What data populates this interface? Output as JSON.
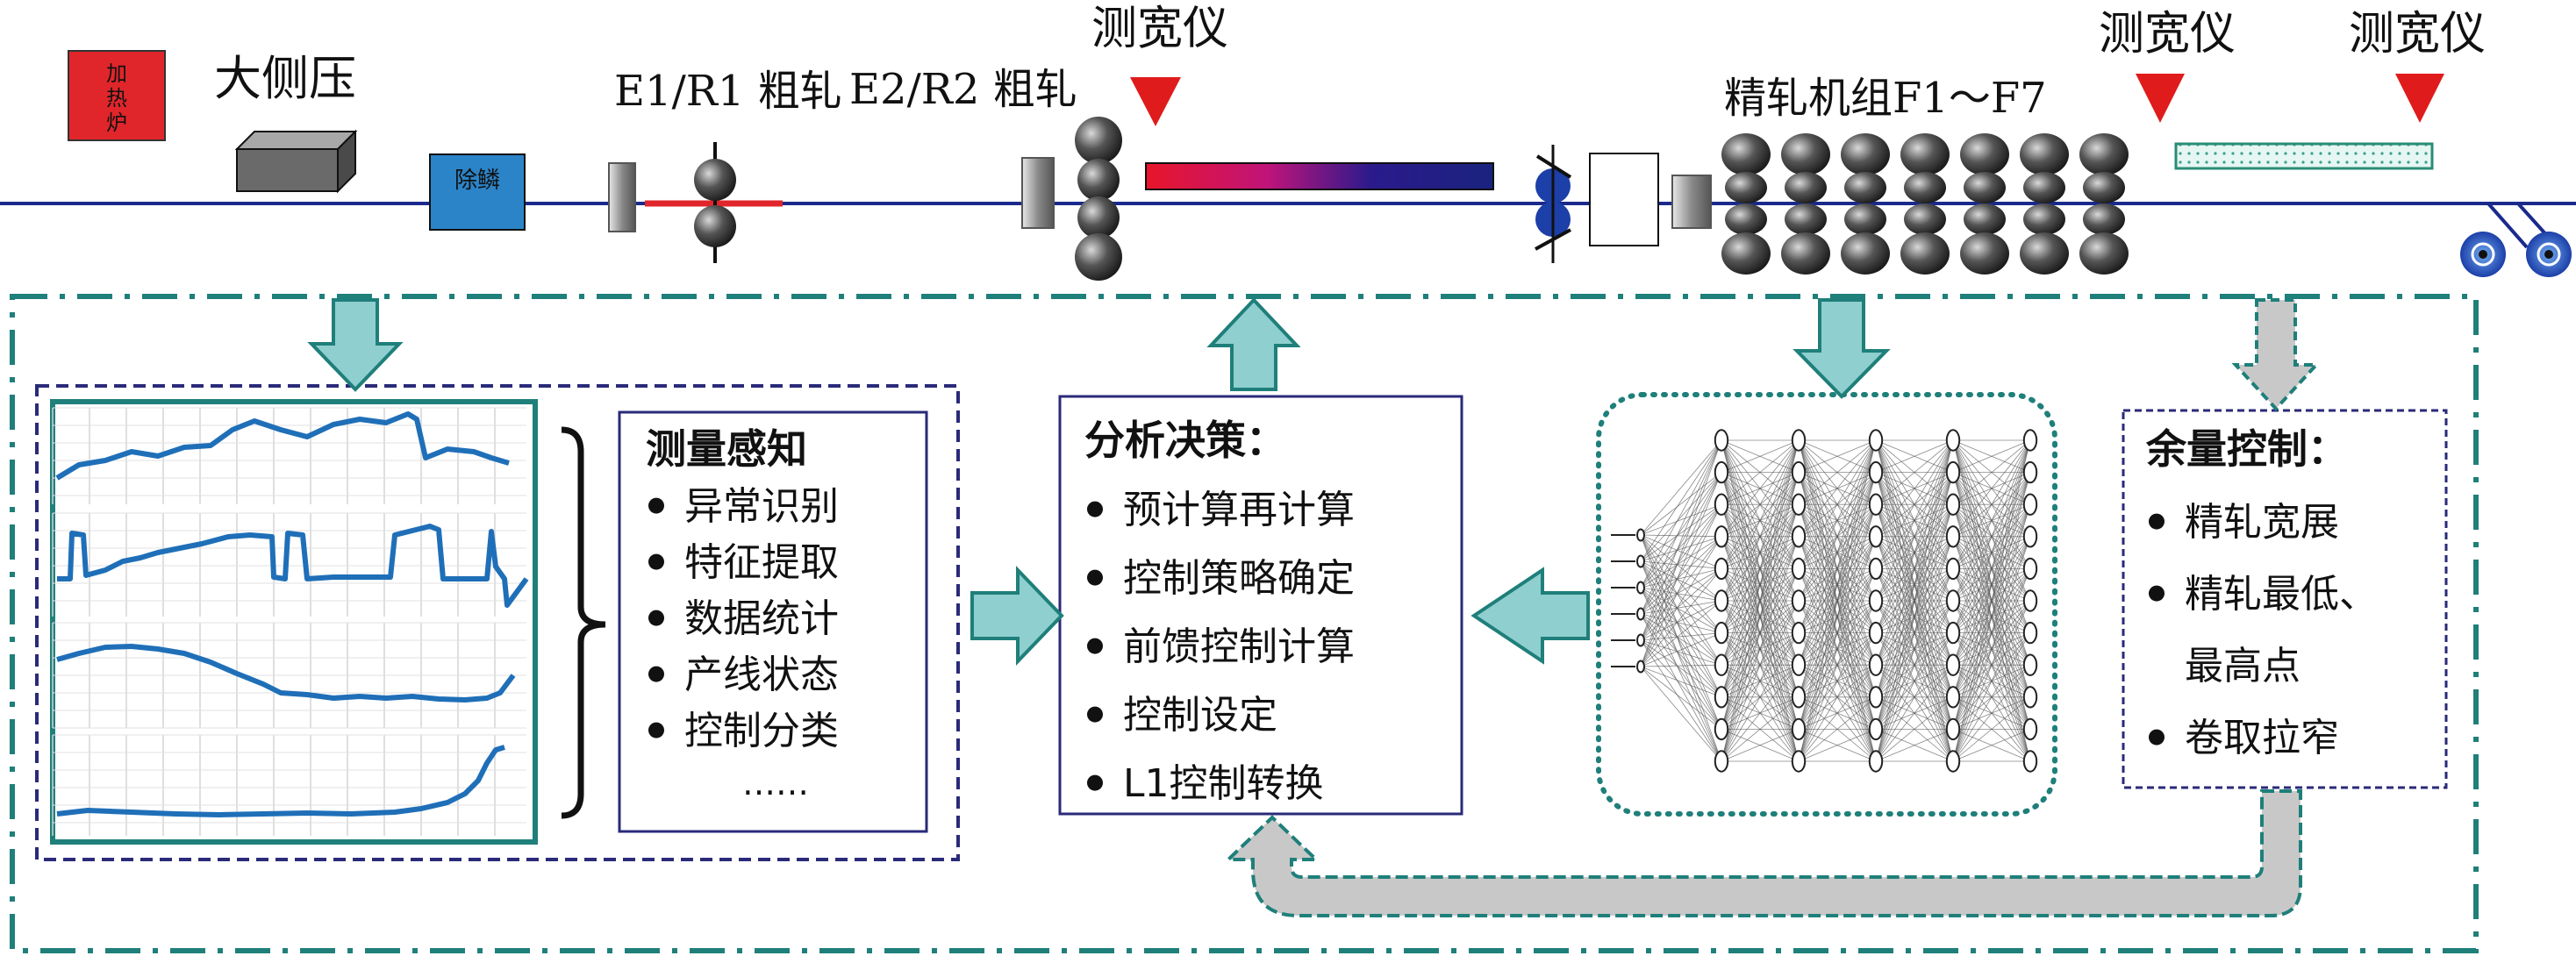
{
  "process_line": {
    "furnace_label": "加热炉",
    "sizing_press_label": "大侧压",
    "descaler_label": "除鳞",
    "rougher1_label": "E1/R1 粗轧",
    "rougher2_label": "E2/R2 粗轧",
    "width_gauge_label": "测宽仪",
    "finishing_label": "精轧机组F1～F7"
  },
  "perception_box": {
    "title": "测量感知",
    "items": [
      "异常识别",
      "特征提取",
      "数据统计",
      "产线状态",
      "控制分类"
    ],
    "more": "……"
  },
  "decision_box": {
    "title": "分析决策：",
    "items": [
      "预计算再计算",
      "控制策略确定",
      "前馈控制计算",
      "控制设定",
      "L1控制转换"
    ]
  },
  "margin_box": {
    "title": "余量控制：",
    "items": [
      "精轧宽展",
      "精轧最低、",
      "最高点",
      "卷取拉窄"
    ],
    "bullets": [
      true,
      true,
      false,
      true
    ]
  },
  "colors": {
    "teal_frame": "#1f7f7a",
    "arrow_fill": "#8fcfcf",
    "arrow_stroke": "#1f7f7a",
    "line_blue": "#1a2a8c",
    "gray_arrow": "#c8c8c8",
    "furnace_red": "#e0262b",
    "gauge_red": "#e01b1b",
    "descaler_blue": "#2b84c8"
  }
}
